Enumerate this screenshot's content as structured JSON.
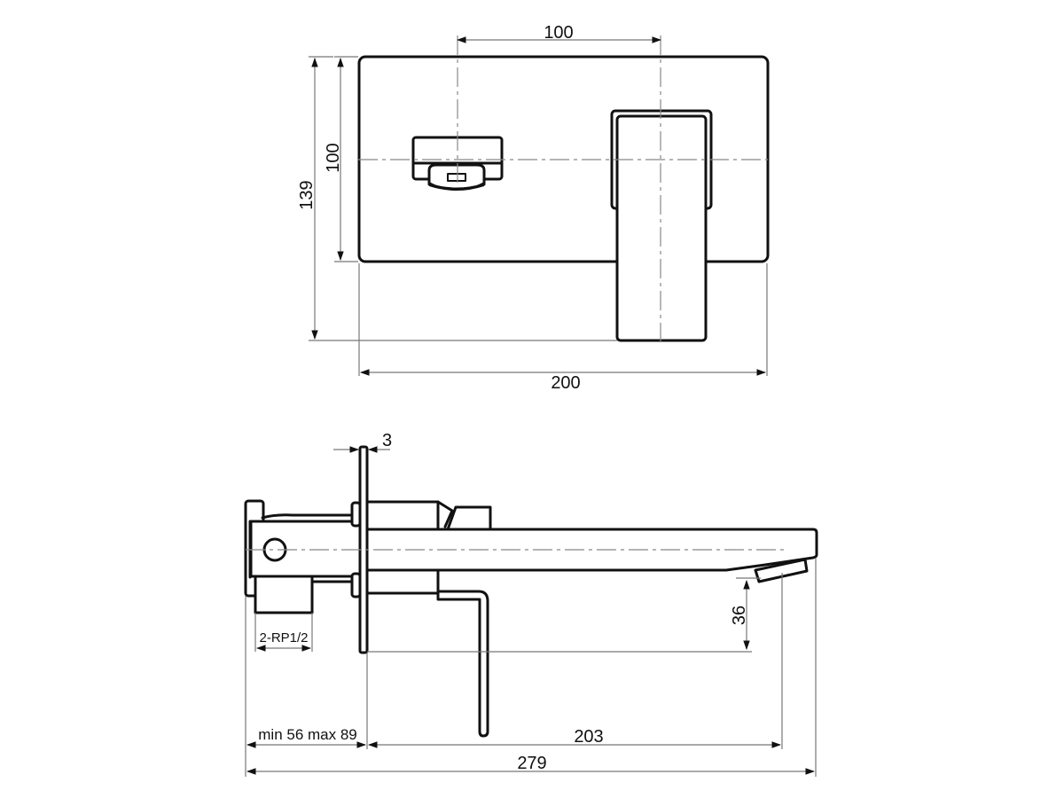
{
  "drawing": {
    "subject": "Wall-mounted basin mixer with spout on backplate",
    "front_view": {
      "dimensions": {
        "spout_to_handle_centers": "100",
        "plate_height": "100",
        "overall_height": "139",
        "plate_width": "200"
      }
    },
    "side_view": {
      "dimensions": {
        "plate_thickness": "3",
        "inlet_thread": "2-RP1/2",
        "outlet_height": "36",
        "wall_depth": "min 56 max 89",
        "spout_projection": "203",
        "overall_length": "279"
      }
    },
    "colors": {
      "outline": "#111111",
      "dimension_line": "#777777",
      "background": "#ffffff"
    }
  }
}
